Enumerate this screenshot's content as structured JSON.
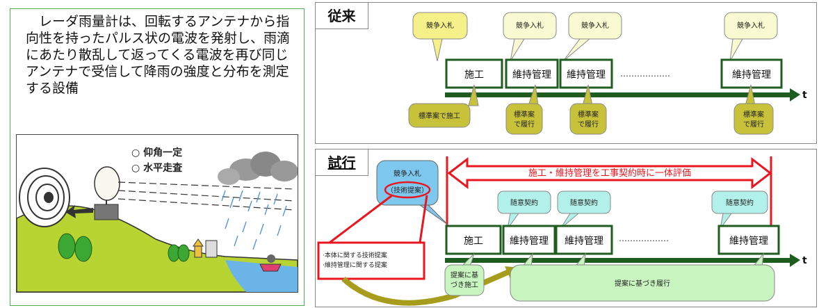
{
  "left": {
    "description": "　レーダ雨量計は、回転するアンテナから指向性を持ったパルス状の電波を発射し、雨滴にあたり散乱して返ってくる電波を再び同じアンテナで受信して降雨の強度と分布を測定する設備",
    "legend_elevation": "○ 仰角一定",
    "legend_horizontal": "○ 水平走査"
  },
  "conventional": {
    "label": "従来",
    "bid": "競争入札",
    "construction": "施工",
    "maintenance": "維持管理",
    "dots": "………………",
    "axis": "t",
    "standard_construction": "標準案で施工",
    "standard_line1": "標準案",
    "standard_line2": "で履行"
  },
  "trial": {
    "label": "試行",
    "bid_line1": "競争入札",
    "bid_line2": "（技術提案）",
    "evaluation": "施工・維持管理を工事契約時に一体評価",
    "negotiated": "随意契約",
    "construction": "施工",
    "maintenance": "維持管理",
    "dots": "………………",
    "axis": "t",
    "proposal_line1": "·本体に関する技術提案",
    "proposal_line2": "·維持管理に関する提案",
    "based_line1": "提案に基",
    "based_line2": "づき施工",
    "based_fulfill": "提案に基づき履行"
  },
  "colors": {
    "green_box": "#1f5c1f",
    "yellow_bubble": "#f5f08a",
    "cream_bubble": "#fafad2",
    "olive_bubble": "#c8c23a",
    "cyan_bubble": "#b2f0ea",
    "blue_bubble": "#7ec8f0",
    "red": "#e8171f",
    "green_bubble": "#c8f5c0"
  }
}
